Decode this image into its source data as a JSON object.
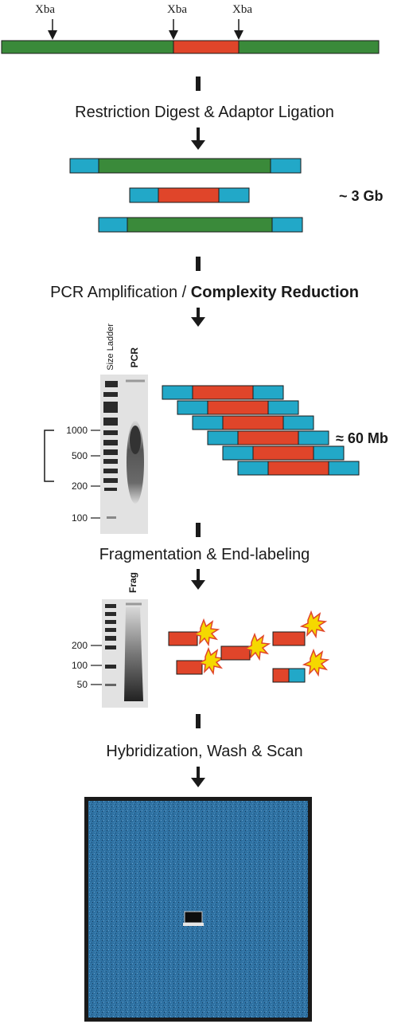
{
  "restriction_sites": [
    "Xba",
    "Xba",
    "Xba"
  ],
  "steps": [
    {
      "text": "Restriction Digest & Adaptor Ligation",
      "bold": ""
    },
    {
      "text": "PCR Amplification / ",
      "bold": "Complexity Reduction"
    },
    {
      "text": "Fragmentation & End-labeling",
      "bold": ""
    },
    {
      "text": "Hybridization, Wash & Scan",
      "bold": ""
    }
  ],
  "sizes": {
    "digest": "~ 3 Gb",
    "pcr": "≈ 60 Mb"
  },
  "gel_pcr": {
    "lanes": [
      "Size Ladder",
      "PCR"
    ],
    "ticks": [
      "1000",
      "500",
      "200",
      "100"
    ]
  },
  "gel_frag": {
    "lanes": [
      "Frag"
    ],
    "ticks": [
      "200",
      "100",
      "50"
    ]
  },
  "colors": {
    "genomic": "#3a8a3a",
    "target": "#e0452a",
    "adaptor": "#22a8c8",
    "label_star": "#f5d800",
    "array": "#2d6e9e"
  }
}
